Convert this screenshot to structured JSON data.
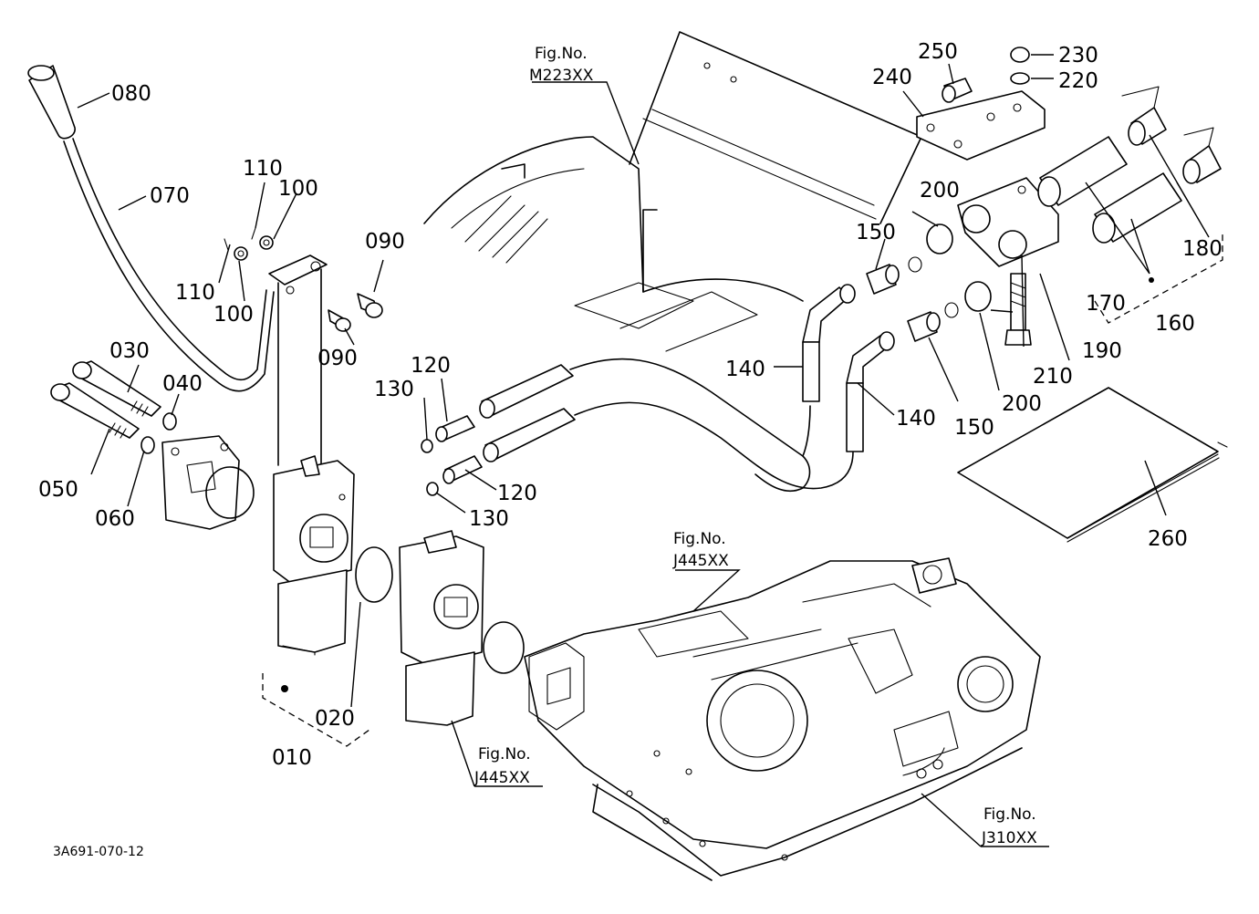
{
  "part_labels": {
    "p010": "010",
    "p020": "020",
    "p030": "030",
    "p040": "040",
    "p050": "050",
    "p060": "060",
    "p070": "070",
    "p080": "080",
    "p090": "090",
    "p100": "100",
    "p110": "110",
    "p120": "120",
    "p130": "130",
    "p140": "140",
    "p150": "150",
    "p160": "160",
    "p170": "170",
    "p180": "180",
    "p190": "190",
    "p200": "200",
    "p210": "210",
    "p220": "220",
    "p230": "230",
    "p240": "240",
    "p250": "250",
    "p260": "260"
  },
  "figure_refs": {
    "fig_no": "Fig.No.",
    "m223": "M223XX",
    "j445": "J445XX",
    "j310": "J310XX"
  },
  "drawing_code": "3A691-070-12"
}
